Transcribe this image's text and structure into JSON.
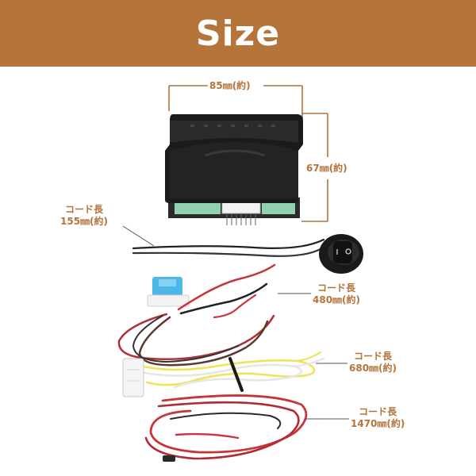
{
  "banner": {
    "title": "Size",
    "bg_color": "#b4743a",
    "text_color": "#ffffff"
  },
  "accent_color": "#b4743a",
  "dimensions": {
    "width_label": "85㎜(約)",
    "height_label": "67㎜(約)"
  },
  "cords": [
    {
      "title": "コード長",
      "length": "155㎜(約)"
    },
    {
      "title": "コード長",
      "length": "480㎜(約)"
    },
    {
      "title": "コード長",
      "length": "680㎜(約)"
    },
    {
      "title": "コード長",
      "length": "1470㎜(約)"
    }
  ],
  "icons": {
    "module": "control-module-icon",
    "switch": "rocker-switch-icon",
    "fuse": "blade-fuse-icon",
    "connector": "wire-connector-icon"
  }
}
